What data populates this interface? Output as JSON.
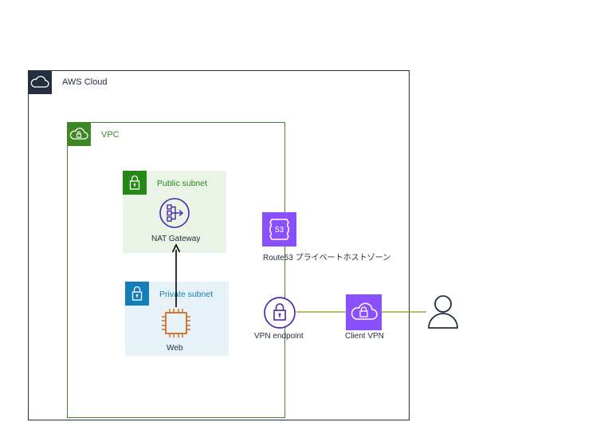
{
  "groups": {
    "aws_cloud": {
      "title": "AWS Cloud",
      "border_color": "#232f3e"
    },
    "vpc": {
      "title": "VPC",
      "accent": "#3f8624"
    },
    "public_subnet": {
      "title": "Public subnet",
      "accent": "#248814",
      "fill": "#e9f3e6"
    },
    "private_subnet": {
      "title": "Private subnet",
      "accent": "#147eba",
      "fill": "#e6f2f8"
    }
  },
  "nodes": {
    "nat_gateway": {
      "label": "NAT Gateway",
      "icon": "nat-gateway-icon",
      "color": "#4d27aa"
    },
    "web": {
      "label": "Web",
      "icon": "ec2-instance-icon",
      "color": "#d45b07"
    },
    "route53": {
      "label": "Route53 プライベートホストゾーン",
      "icon": "route53-hosted-zone-icon",
      "color": "#8c4fff"
    },
    "vpn_endpoint": {
      "label": "VPN endpoint",
      "icon": "vpn-endpoint-icon",
      "color": "#4d27aa"
    },
    "client_vpn": {
      "label": "Client VPN",
      "icon": "client-vpn-icon",
      "color": "#8c4fff"
    },
    "user": {
      "label": "",
      "icon": "user-icon"
    }
  },
  "connections": [
    {
      "from": "web",
      "to": "nat_gateway",
      "style": "arrow",
      "color": "#000000"
    },
    {
      "from": "vpn_endpoint",
      "to": "client_vpn",
      "style": "line",
      "color": "#7aa116"
    },
    {
      "from": "client_vpn",
      "to": "user",
      "style": "line",
      "color": "#7aa116"
    }
  ]
}
